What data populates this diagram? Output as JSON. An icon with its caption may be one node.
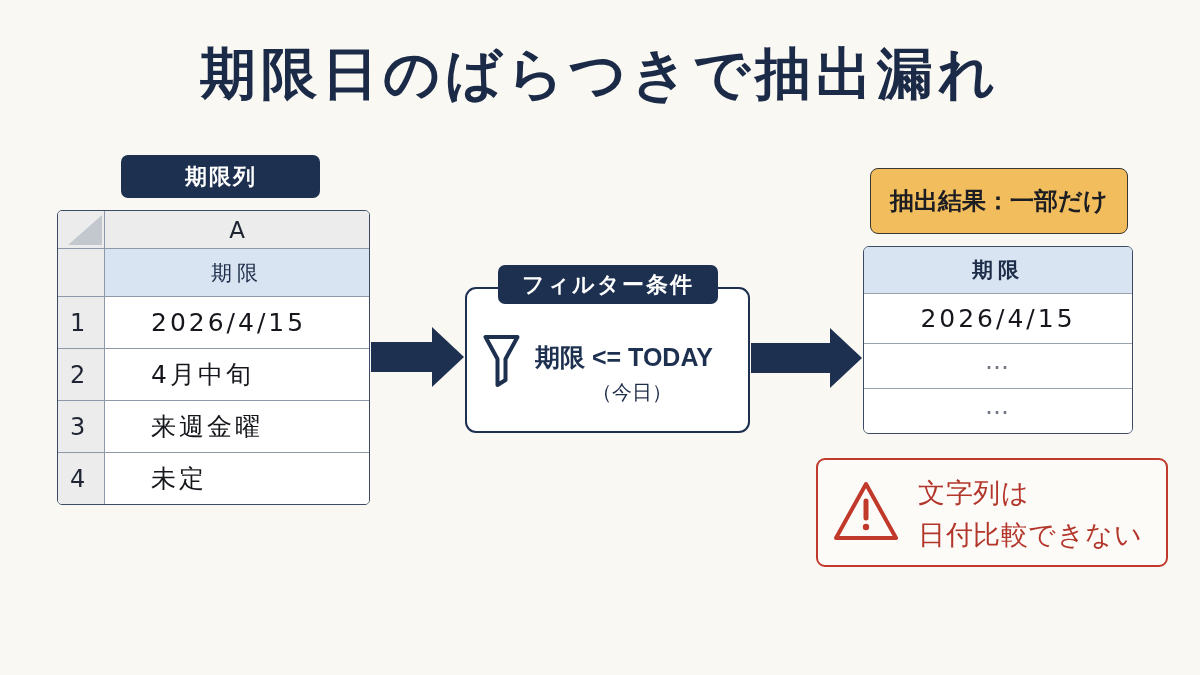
{
  "diagram": {
    "title": "期限日のばらつきで抽出漏れ",
    "nodes": [
      {
        "text": [
          "期限列",
          "A",
          "期限",
          "1",
          "2026/4/15",
          "2",
          "4月中旬",
          "3",
          "来週金曜",
          "4",
          "未定"
        ]
      },
      {
        "text": [
          "フィルター条件",
          "期限 <= TODAY",
          "（今日）"
        ]
      },
      {
        "text": [
          "抽出結果：一部だけ",
          "期限",
          "2026/4/15",
          "…",
          "…"
        ]
      },
      {
        "text": [
          "文字列は日付比較できない"
        ]
      }
    ],
    "edges": [
      {
        "from": 0,
        "to": 1,
        "arrow": "to"
      },
      {
        "from": 1,
        "to": 2,
        "arrow": "to"
      }
    ]
  }
}
